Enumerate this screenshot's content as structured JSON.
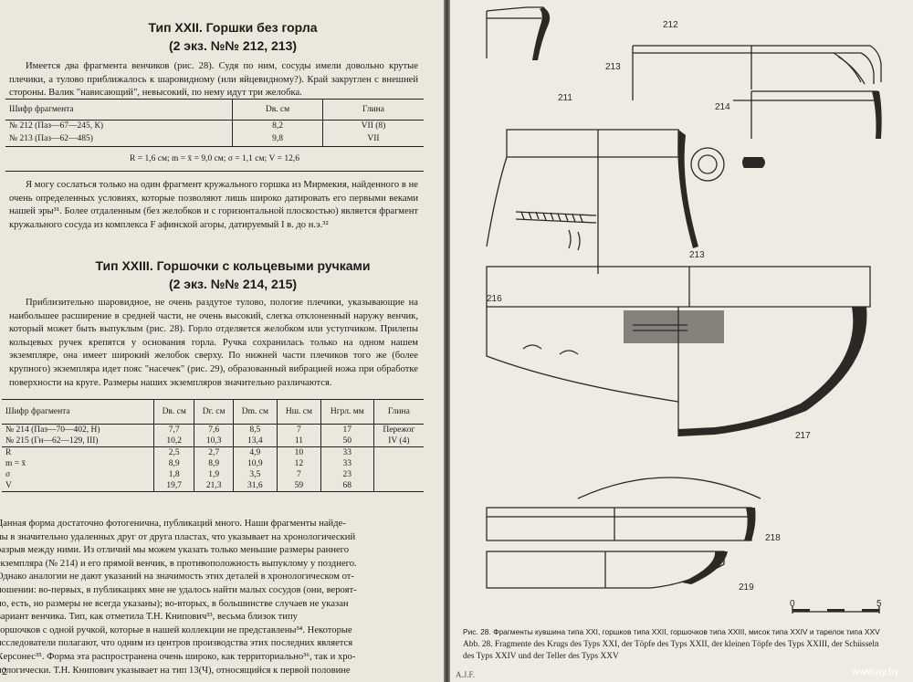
{
  "left_page": {
    "s1_title": "Тип XXII. Горшки без горла",
    "s1_subtitle": "(2 экз. №№ 212, 213)",
    "s1_text": "Имеется два фрагмента венчиков (рис. 28). Судя по ним, сосуды имели довольно крутые плечики, а тулово приближалось к шаровидному (или яйцевидному?). Край закруглен с внешней стороны. Валик \"нависающий\", невысокий, по нему идут три желобка.",
    "t1": {
      "h_frag": "Шифр фрагмента",
      "h_dv": "Dв. см",
      "h_clay": "Глина",
      "r1_frag": "№ 212 (Паз—67—245, К)",
      "r1_dv": "8,2",
      "r1_clay": "VII (8)",
      "r2_frag": "№ 213 (Паз—62—485)",
      "r2_dv": "9,8",
      "r2_clay": "VII",
      "stats": "R = 1,6 см; m = x̄ = 9,0 см; σ = 1,1 см; V = 12,6"
    },
    "s1_text2": "Я могу сослаться только на один фрагмент кружального горшка из Мирмекия, найденного в не очень определенных условиях, которые позволяют лишь широко датировать его первыми веками нашей эры³¹. Более отдаленным (без желобков и с горизонтальной плоскостью) является фрагмент кружального сосуда из комплекса F афинской агоры, датируемый I в. до н.э.³²",
    "s2_title": "Тип XXIII. Горшочки с кольцевыми ручками",
    "s2_subtitle": "(2 экз. №№ 214, 215)",
    "s2_text": "Приблизительно шаровидное, не очень раздутое тулово, пологие плечики, указывающие на наибольшее расширение в средней части, не очень высокий, слегка отклоненный наружу венчик, который может быть выпуклым (рис. 28). Горло отделяется желобком или уступчиком. Прилепы кольцевых ручек крепятся у основания горла. Ручка сохранилась только на одном нашем экземпляре, она имеет широкий желобок сверху. По нижней части плечиков того же (более крупного) экземпляра идет пояс \"насечек\" (рис. 29), образованный вибрацией ножа при обработке поверхности на круге. Размеры наших экземпляров значительно различаются.",
    "t2": {
      "headers": [
        "Шифр фрагмента",
        "Dв. см",
        "Dг. см",
        "Dm. см",
        "Hш. см",
        "Hгрл. мм",
        "Глина"
      ],
      "rows": [
        {
          "frag": "№ 214 (Паз—70—402, Н)",
          "v": [
            "7,7",
            "7,6",
            "8,5",
            "7",
            "17"
          ],
          "clay": "Пережог"
        },
        {
          "frag": "№ 215 (Гн—62—129, III)",
          "v": [
            "10,2",
            "10,3",
            "13,4",
            "11",
            "50"
          ],
          "clay": "IV (4)"
        }
      ],
      "stats": [
        {
          "label": "R",
          "v": [
            "2,5",
            "2,7",
            "4,9",
            "10",
            "33"
          ]
        },
        {
          "label": "m = x̄",
          "v": [
            "8,9",
            "8,9",
            "10,9",
            "12",
            "33"
          ]
        },
        {
          "label": "σ",
          "v": [
            "1,8",
            "1,9",
            "3,5",
            "7",
            "23"
          ]
        },
        {
          "label": "V",
          "v": [
            "19,7",
            "21,3",
            "31,6",
            "59",
            "68"
          ]
        }
      ]
    },
    "s2_text2": [
      "Данная форма достаточно фотогенична, публикаций много. Наши фрагменты найде-",
      "ны в значительно удаленных друг от друга пластах, что указывает на хронологический",
      "разрыв между ними. Из отличий мы можем указать только меньшие размеры раннего",
      "экземпляра (№ 214) и его прямой венчик, в противоположность выпуклому у позднего.",
      "Однако аналогии не дают указаний на значимость этих деталей в хронологическом от-",
      "ношении: во-первых, в публикациях мне не удалось найти малых сосудов (они, вероят-",
      "но, есть, но размеры не всегда указаны); во-вторых, в большинстве случаев не указан",
      "вариант венчика. Тип, как отметила Т.Н. Книпович³³, весьма близок типу",
      "горшочков с одной ручкой, которые в нашей коллекции не представлены³⁴. Некоторые",
      "исследователи полагают, что одним из центров производства этих последних является",
      "Херсонес³⁵. Форма эта распространена очень широко, как территориально³⁶, так и хро-",
      "нологически. Т.Н. Книпович указывает на тип 13(Ч), относящийся к первой половине"
    ],
    "page_number": "2"
  },
  "right_page": {
    "labels": {
      "n212": "212",
      "n213": "213",
      "n214": "214",
      "n211": "211",
      "n213b": "213",
      "n216": "216",
      "n217": "217",
      "n218": "218",
      "n219": "219",
      "scale0": "0",
      "scale5": "5"
    },
    "caption_ru": "Рис. 28. Фрагменты кувшина типа XXI, горшков типа XXII, горшочков типа XXIII, мисок типа XXIV и тарелок типа XXV",
    "caption_de": "Abb. 28. Fragmente des Krugs des Typs XXI, der Töpfe des Typs XXII, der kleinen Töpfe des Typs XXIII, der Schüsseln des Typs XXIV und der Teller des Typs XXV",
    "footer": "A.J.F.",
    "watermark": "www.ay.by"
  }
}
